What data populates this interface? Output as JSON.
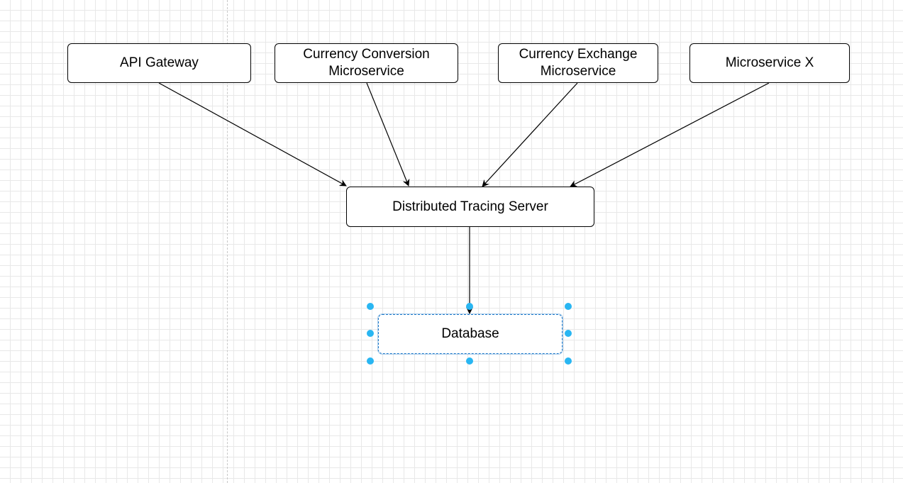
{
  "diagram": {
    "nodes": {
      "api_gateway": "API Gateway",
      "currency_conversion": "Currency Conversion\nMicroservice",
      "currency_exchange": "Currency Exchange\nMicroservice",
      "microservice_x": "Microservice X",
      "tracing_server": "Distributed Tracing Server",
      "database": "Database"
    },
    "edges": [
      {
        "from": "API Gateway",
        "to": "Distributed Tracing Server"
      },
      {
        "from": "Currency Conversion Microservice",
        "to": "Distributed Tracing Server"
      },
      {
        "from": "Currency Exchange Microservice",
        "to": "Distributed Tracing Server"
      },
      {
        "from": "Microservice X",
        "to": "Distributed Tracing Server"
      },
      {
        "from": "Distributed Tracing Server",
        "to": "Database"
      }
    ],
    "selected_node": "Database",
    "colors": {
      "grid": "#e8e8e8",
      "stroke": "#000000",
      "selection_handle": "#29b6f2"
    }
  }
}
